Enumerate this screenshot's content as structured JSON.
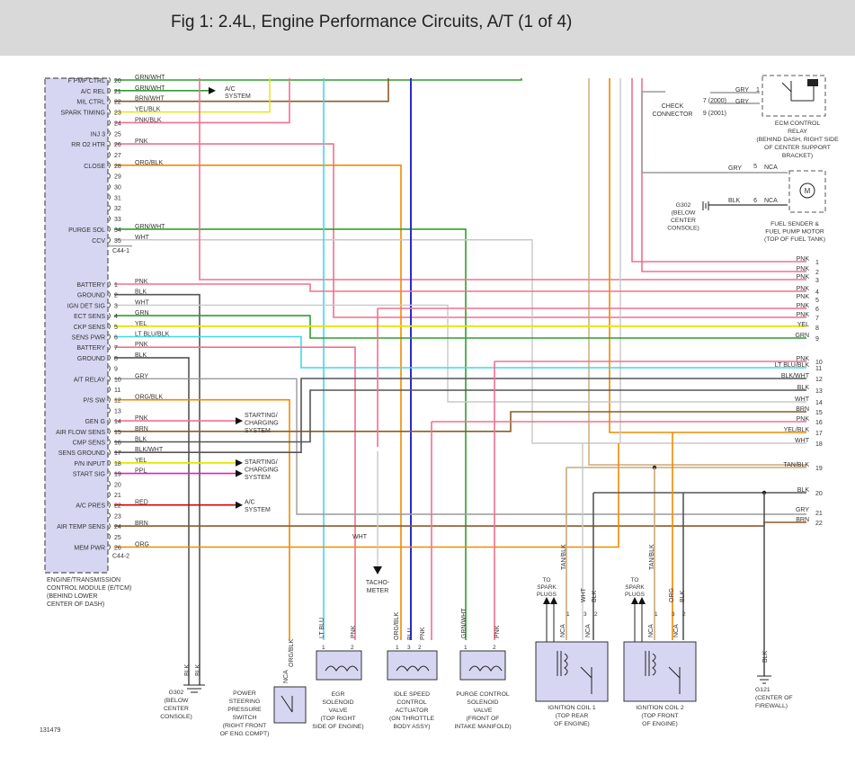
{
  "title": "Fig 1: 2.4L, Engine Performance Circuits, A/T (1 of 4)",
  "figure_number": "131479",
  "colors": {
    "GRN": "#2e9e2e",
    "YEL": "#e6e600",
    "BLK": "#555555",
    "PNK": "#f07090",
    "WHT": "#c8c8c8",
    "GRY": "#9a9a9a",
    "ORG": "#f08a00",
    "BRN": "#8b5a2b",
    "BLU": "#2a2ad0",
    "LTBLU": "#40d8e8",
    "RED": "#e00000",
    "PPL": "#e020c0",
    "TAN": "#c8a878",
    "module_fill": "#d6d6f2",
    "title_bar": "#d9d9d9"
  },
  "module": {
    "connector_top": "C44-1",
    "connector_bottom": "C44-2",
    "name_lines": [
      "ENGINE/TRANSMISSION",
      "CONTROL MODULE (E/TCM)",
      "(BEHIND LOWER",
      "CENTER OF DASH)"
    ],
    "pins_top": [
      {
        "pin": "20",
        "label": "F PMP CTRL",
        "wire": "GRN/WHT"
      },
      {
        "pin": "21",
        "label": "A/C REL",
        "wire": "GRN/WHT"
      },
      {
        "pin": "22",
        "label": "MIL CTRL",
        "wire": "BRN/WHT"
      },
      {
        "pin": "23",
        "label": "SPARK TIMING",
        "wire": "YEL/BLK"
      },
      {
        "pin": "24",
        "label": "",
        "wire": "PNK/BLK"
      },
      {
        "pin": "25",
        "label": "INJ 3",
        "wire": ""
      },
      {
        "pin": "26",
        "label": "RR O2 HTR",
        "wire": "PNK"
      },
      {
        "pin": "27",
        "label": "",
        "wire": ""
      },
      {
        "pin": "28",
        "label": "CLOSE",
        "wire": "ORG/BLK"
      },
      {
        "pin": "29",
        "label": "",
        "wire": ""
      },
      {
        "pin": "30",
        "label": "",
        "wire": ""
      },
      {
        "pin": "31",
        "label": "",
        "wire": ""
      },
      {
        "pin": "32",
        "label": "",
        "wire": ""
      },
      {
        "pin": "33",
        "label": "",
        "wire": ""
      },
      {
        "pin": "34",
        "label": "PURGE SOL",
        "wire": "GRN/WHT"
      },
      {
        "pin": "35",
        "label": "CCV",
        "wire": "WHT"
      }
    ],
    "pins_bottom": [
      {
        "pin": "1",
        "label": "BATTERY",
        "wire": "PNK"
      },
      {
        "pin": "2",
        "label": "GROUND",
        "wire": "BLK"
      },
      {
        "pin": "3",
        "label": "IGN DET SIG",
        "wire": "WHT"
      },
      {
        "pin": "4",
        "label": "ECT SENS",
        "wire": "GRN"
      },
      {
        "pin": "5",
        "label": "CKP SENS",
        "wire": "YEL"
      },
      {
        "pin": "6",
        "label": "SENS PWR",
        "wire": "LT BLU/BLK"
      },
      {
        "pin": "7",
        "label": "BATTERY",
        "wire": "PNK"
      },
      {
        "pin": "8",
        "label": "GROUND",
        "wire": "BLK"
      },
      {
        "pin": "9",
        "label": "",
        "wire": ""
      },
      {
        "pin": "10",
        "label": "A/T RELAY",
        "wire": "GRY"
      },
      {
        "pin": "11",
        "label": "",
        "wire": ""
      },
      {
        "pin": "12",
        "label": "P/S SW",
        "wire": "ORG/BLK"
      },
      {
        "pin": "13",
        "label": "",
        "wire": ""
      },
      {
        "pin": "14",
        "label": "GEN G",
        "wire": "PNK"
      },
      {
        "pin": "15",
        "label": "AIR FLOW SENS",
        "wire": "BRN"
      },
      {
        "pin": "16",
        "label": "CMP SENS",
        "wire": "BLK"
      },
      {
        "pin": "17",
        "label": "SENS GROUND",
        "wire": "BLK/WHT"
      },
      {
        "pin": "18",
        "label": "P/N INPUT",
        "wire": "YEL"
      },
      {
        "pin": "19",
        "label": "START SIG",
        "wire": "PPL"
      },
      {
        "pin": "20",
        "label": "",
        "wire": ""
      },
      {
        "pin": "21",
        "label": "",
        "wire": ""
      },
      {
        "pin": "22",
        "label": "A/C PRES",
        "wire": "RED"
      },
      {
        "pin": "23",
        "label": "",
        "wire": ""
      },
      {
        "pin": "24",
        "label": "AIR TEMP SENS",
        "wire": "BRN"
      },
      {
        "pin": "25",
        "label": "",
        "wire": ""
      },
      {
        "pin": "26",
        "label": "MEM PWR",
        "wire": "ORG"
      }
    ]
  },
  "right_refs": [
    {
      "label": "PNK",
      "num": "1"
    },
    {
      "label": "PNK",
      "num": "2"
    },
    {
      "label": "PNK",
      "num": "3"
    },
    {
      "label": "PNK",
      "num": "4"
    },
    {
      "label": "PNK",
      "num": "5"
    },
    {
      "label": "PNK",
      "num": "6"
    },
    {
      "label": "PNK",
      "num": "7"
    },
    {
      "label": "YEL",
      "num": "8"
    },
    {
      "label": "GRN",
      "num": "9"
    },
    {
      "label": "PNK",
      "num": "10"
    },
    {
      "label": "LT BLU/BLK",
      "num": "11"
    },
    {
      "label": "BLK/WHT",
      "num": "12"
    },
    {
      "label": "BLK",
      "num": "13"
    },
    {
      "label": "WHT",
      "num": "14"
    },
    {
      "label": "BRN",
      "num": "15"
    },
    {
      "label": "PNK",
      "num": "16"
    },
    {
      "label": "YEL/BLK",
      "num": "17"
    },
    {
      "label": "WHT",
      "num": "18"
    },
    {
      "label": "TAN/BLK",
      "num": "19"
    },
    {
      "label": "BLK",
      "num": "20"
    },
    {
      "label": "GRY",
      "num": "21"
    },
    {
      "label": "BRN",
      "num": "22"
    }
  ],
  "systems": {
    "ac_system_top": [
      "A/C",
      "SYSTEM"
    ],
    "starting_1": [
      "STARTING/",
      "CHARGING",
      "SYSTEM"
    ],
    "starting_2": [
      "STARTING/",
      "CHARGING",
      "SYSTEM"
    ],
    "ac_system_bottom": [
      "A/C",
      "SYSTEM"
    ]
  },
  "ecm_relay": {
    "name_lines": [
      "ECM CONTROL",
      "RELAY",
      "(BEHIND DASH, RIGHT SIDE",
      "OF CENTER SUPPORT",
      "BRACKET)"
    ],
    "check_connector_lines": [
      "CHECK",
      "CONNECTOR"
    ],
    "pin_2000": "7 (2000)",
    "pin_2001": "9 (2001)",
    "wire_a": "GRY",
    "wire_b": "GRY",
    "pin": "1"
  },
  "fuel_pump": {
    "name_lines": [
      "FUEL SENDER &",
      "FUEL PUMP MOTOR",
      "(TOP OF FUEL TANK)"
    ],
    "pin5": "5",
    "pin6": "6",
    "wire5": "GRY",
    "wire6": "BLK",
    "nca1": "NCA",
    "nca2": "NCA",
    "motor_symbol": "M",
    "ground_lines": [
      "G302",
      "(BELOW",
      "CENTER",
      "CONSOLE)"
    ]
  },
  "tacho": {
    "wire": "WHT",
    "lines": [
      "TACHO-",
      "METER"
    ]
  },
  "components": [
    {
      "key": "ps_switch",
      "lines": [
        "POWER",
        "STEERING",
        "PRESSURE",
        "SWITCH",
        "(RIGHT FRONT",
        "OF ENG COMPT)"
      ],
      "wire": "ORG/BLK",
      "nca": "NCA"
    },
    {
      "key": "egr",
      "lines": [
        "EGR",
        "SOLENOID",
        "VALVE",
        "(TOP RIGHT",
        "SIDE OF ENGINE)"
      ],
      "wire1": "LT BLU",
      "wire2": "PNK",
      "pin1": "1",
      "pin2": "2"
    },
    {
      "key": "isc",
      "lines": [
        "IDLE SPEED",
        "CONTROL",
        "ACTUATOR",
        "(ON THROTTLE",
        "BODY ASSY)"
      ],
      "wire1": "ORG/BLK",
      "wire2": "BLU",
      "wire3": "PNK",
      "pin1": "1",
      "pin2": "3",
      "pin3": "2"
    },
    {
      "key": "purge",
      "lines": [
        "PURGE CONTROL",
        "SOLENOID",
        "VALVE",
        "(FRONT OF",
        "INTAKE MANIFOLD)"
      ],
      "wire1": "GRN/WHT",
      "wire2": "PNK",
      "pin1": "1",
      "pin2": "2"
    },
    {
      "key": "coil1",
      "lines": [
        "IGNITION COIL 1",
        "(TOP REAR",
        "OF ENGINE)"
      ],
      "to_plugs": [
        "TO",
        "SPARK",
        "PLUGS"
      ],
      "wires": [
        "TAN/BLK",
        "NCA",
        "NCA",
        "WHT",
        "BLK"
      ],
      "pins": [
        "1",
        "3",
        "2"
      ]
    },
    {
      "key": "coil2",
      "lines": [
        "IGNITION COIL 2",
        "(TOP FRONT",
        "OF ENGINE)"
      ],
      "to_plugs": [
        "TO",
        "SPARK",
        "PLUGS"
      ],
      "wires": [
        "TAN/BLK",
        "NCA",
        "NCA",
        "ORG",
        "BLK"
      ],
      "pins": [
        "1",
        "3",
        "2"
      ]
    }
  ],
  "grounds": {
    "g302_lines": [
      "G302",
      "(BELOW",
      "CENTER",
      "CONSOLE)"
    ],
    "g302_wires": [
      "BLK",
      "BLK"
    ],
    "g121_lines": [
      "G121",
      "(CENTER OF",
      "FIREWALL)"
    ],
    "g121_wire": "BLK"
  }
}
